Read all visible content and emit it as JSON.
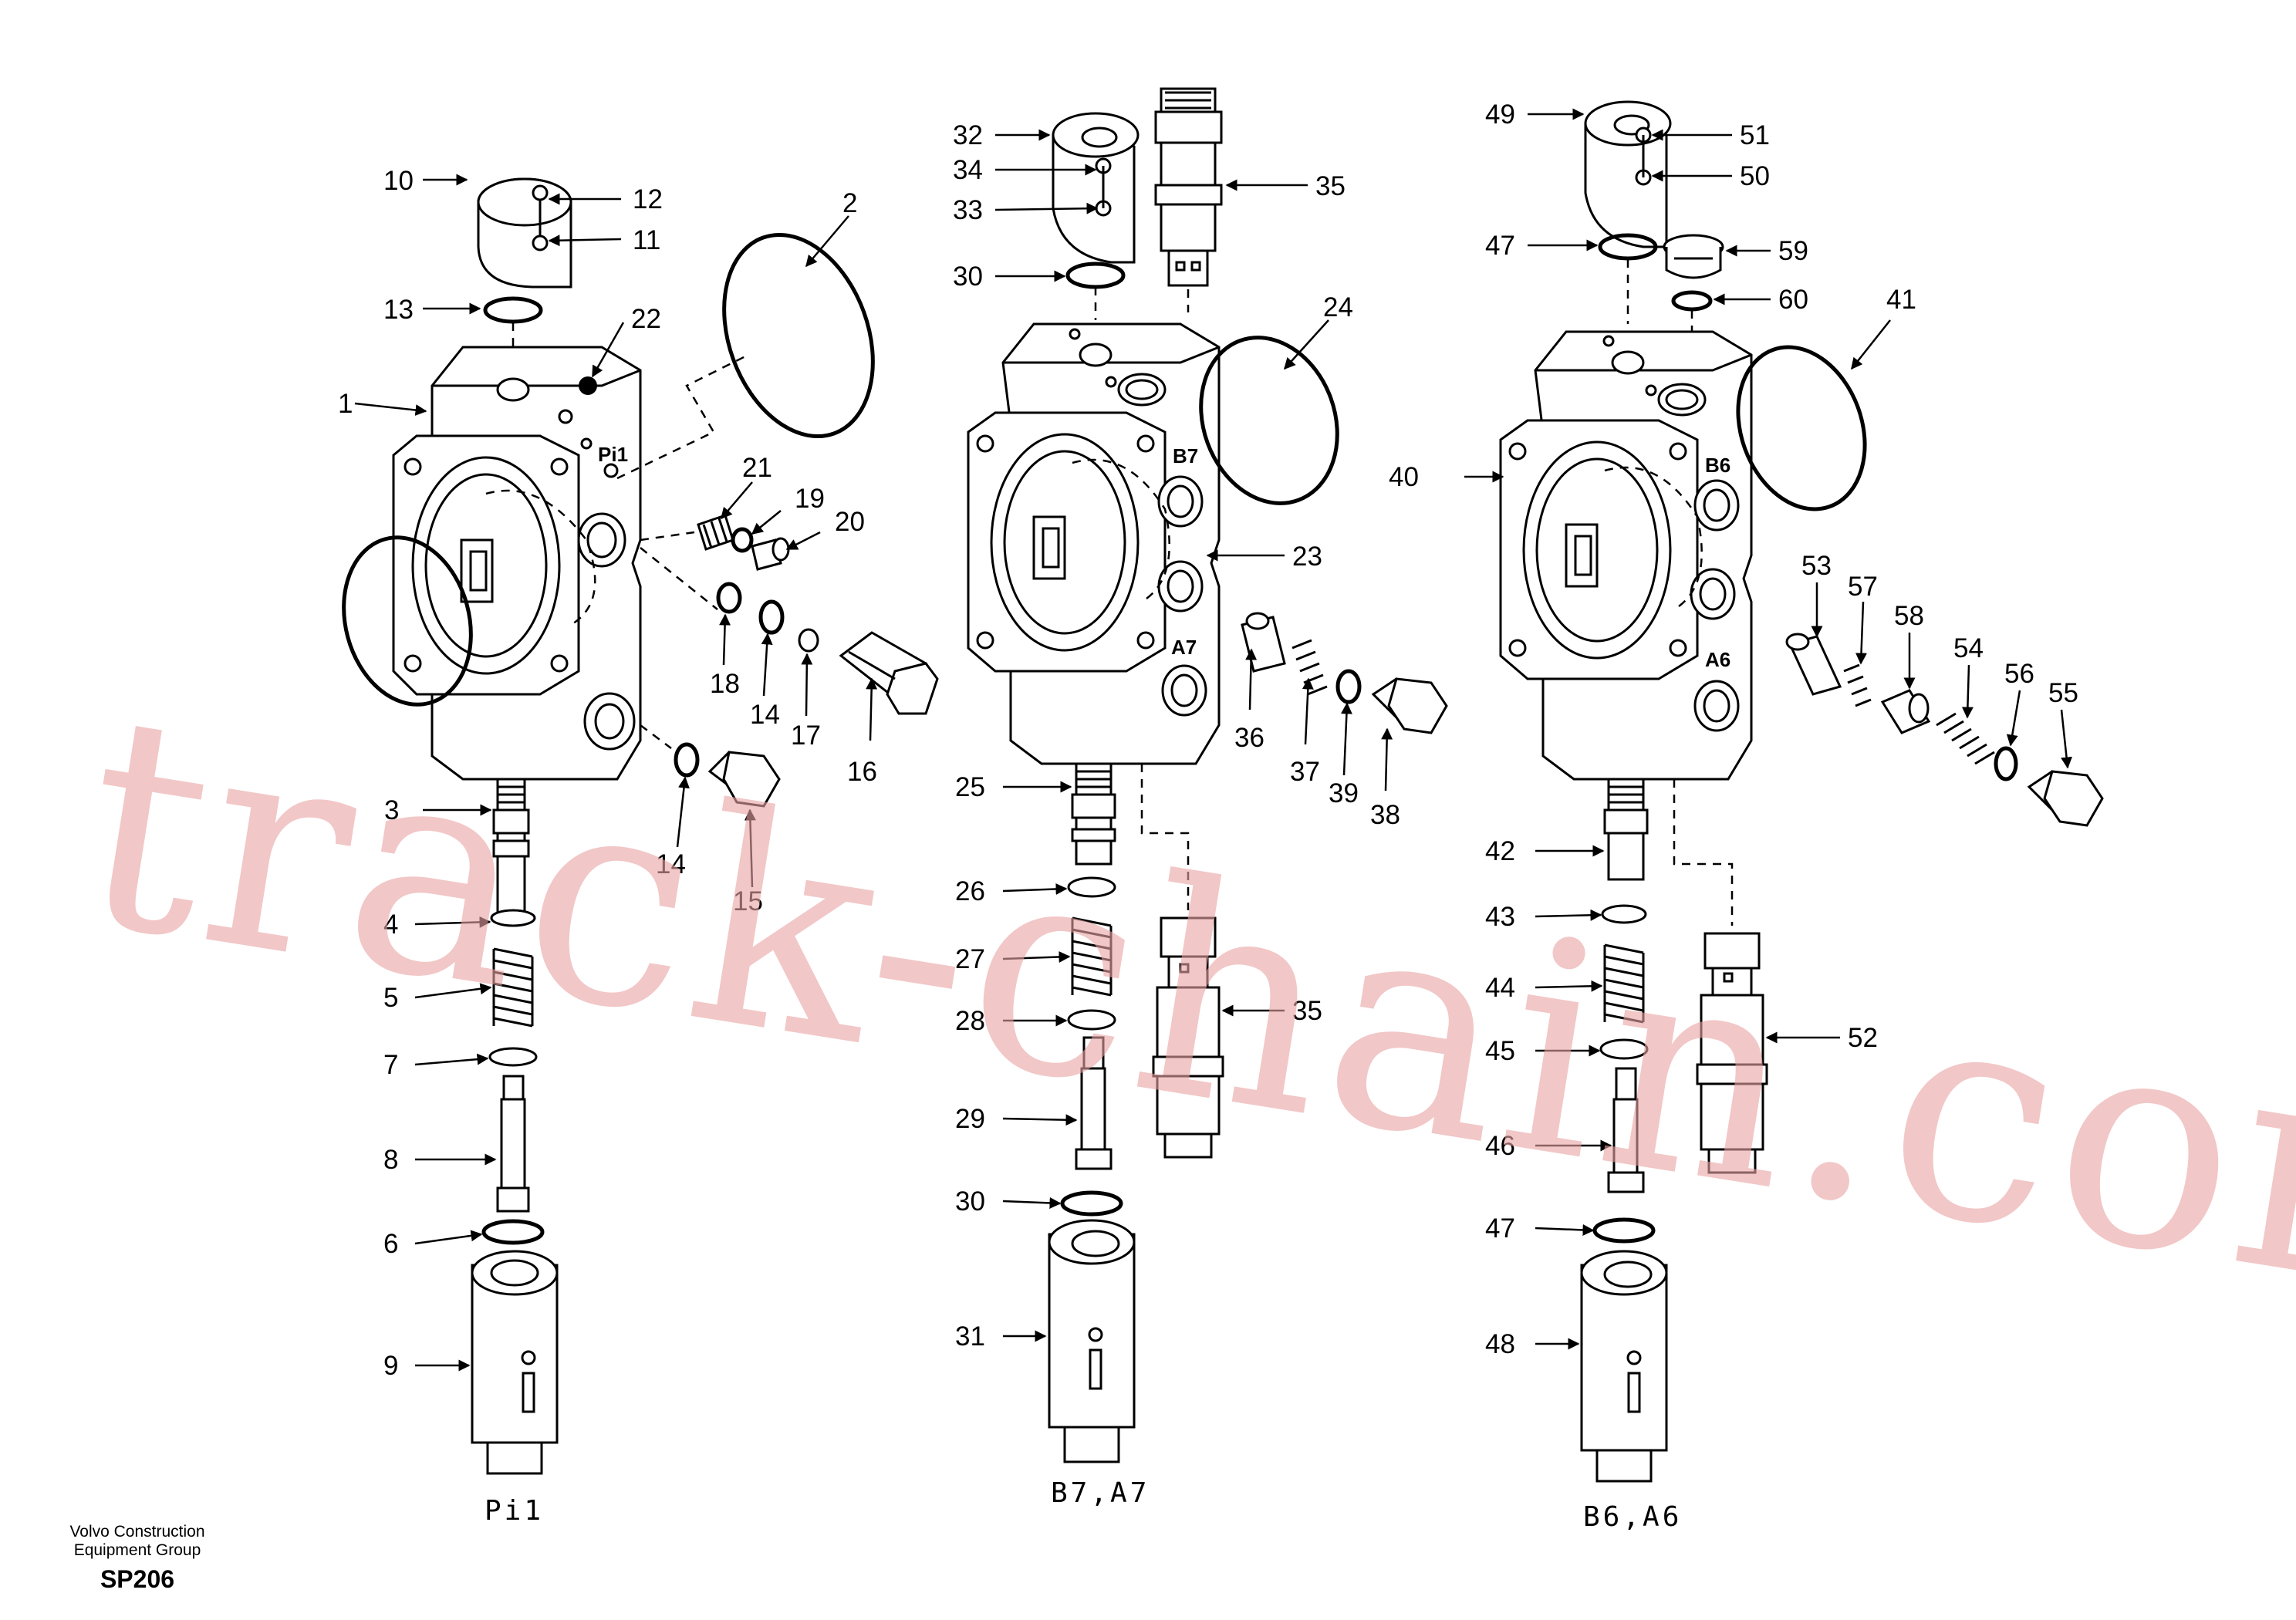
{
  "labels": {
    "p1": [
      "10",
      "12",
      "11",
      "13",
      "22",
      "1",
      "2",
      "21",
      "19",
      "20",
      "18",
      "14",
      "17",
      "16",
      "3",
      "14",
      "15",
      "4",
      "5",
      "7",
      "8",
      "6",
      "9"
    ],
    "p2": [
      "32",
      "34",
      "33",
      "35",
      "30",
      "24",
      "23",
      "36",
      "37",
      "39",
      "38",
      "25",
      "26",
      "27",
      "28",
      "29",
      "30",
      "31",
      "35"
    ],
    "p3": [
      "49",
      "51",
      "50",
      "47",
      "59",
      "60",
      "41",
      "40",
      "53",
      "57",
      "58",
      "54",
      "56",
      "55",
      "42",
      "43",
      "44",
      "45",
      "46",
      "47",
      "48",
      "52"
    ]
  },
  "ports": {
    "pi1": "Pi1",
    "b7": "B7",
    "a7": "A7",
    "b6": "B6",
    "a6": "A6"
  },
  "captions": {
    "section1": "Pi1",
    "section2": "B7,A7",
    "section3": "B6,A6"
  },
  "footer": {
    "company_line1": "Volvo Construction",
    "company_line2": "Equipment Group",
    "code": "SP206"
  },
  "watermark": "track-chain.com",
  "colors": {
    "line": "#000000",
    "watermark": "#eaa3a3",
    "background": "#ffffff"
  }
}
